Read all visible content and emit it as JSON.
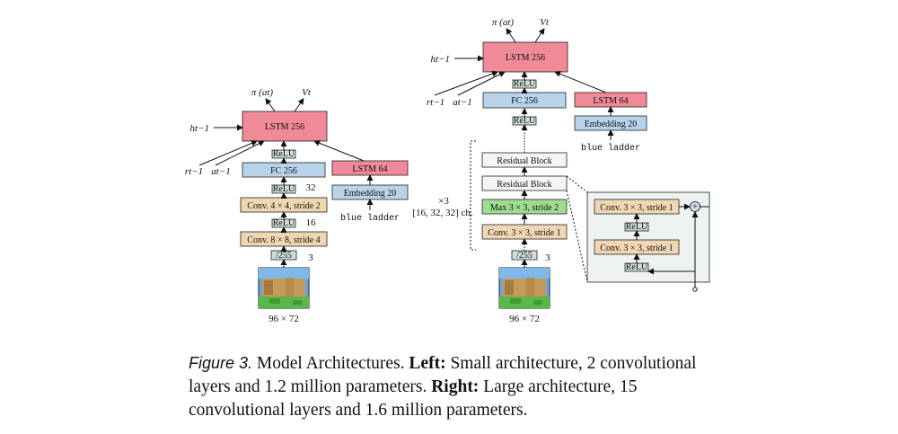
{
  "left": {
    "lstm_main": "LSTM 256",
    "lstm_side": "LSTM 64",
    "fc": "FC 256",
    "relu": "ReLU",
    "embedding": "Embedding 20",
    "instruction": "blue ladder",
    "conv2": "Conv. 4 × 4, stride 2",
    "conv1": "Conv. 8 × 8, stride 4",
    "scale": "/255",
    "ch_32": "32",
    "ch_16": "16",
    "ch_3": "3",
    "input_size": "96 × 72",
    "out_pi": "π (at)",
    "out_v": "Vt",
    "in_h": "ht−1",
    "in_r": "rt−1",
    "in_a": "at−1"
  },
  "right": {
    "lstm_main": "LSTM 256",
    "lstm_side": "LSTM 64",
    "fc": "FC 256",
    "relu": "ReLU",
    "embedding": "Embedding 20",
    "instruction": "blue ladder",
    "res_block": "Residual Block",
    "maxpool": "Max 3 × 3, stride 2",
    "conv": "Conv. 3 × 3, stride 1",
    "scale": "/255",
    "ch_3": "3",
    "input_size": "96 × 72",
    "repeat": "×3",
    "channels": "[16, 32, 32] ch.",
    "out_pi": "π (at)",
    "out_v": "Vt",
    "in_h": "ht−1",
    "in_r": "rt−1",
    "in_a": "at−1"
  },
  "residual_detail": {
    "conv_a": "Conv. 3 × 3, stride 1",
    "conv_b": "Conv. 3 × 3, stride 1",
    "relu": "ReLU",
    "sum": "+"
  },
  "caption": {
    "figure": "Figure 3.",
    "text1": " Model Architectures. ",
    "left_label": "Left:",
    "text2": " Small architecture, 2 convolutional layers and 1.2 million parameters. ",
    "right_label": "Right:",
    "text3": " Large architecture, 15 convolutional layers and 1.6 million parameters."
  },
  "colors": {
    "lstm": "#f08a98",
    "fc": "#b9d3ea",
    "relu": "#cde0d6",
    "conv": "#f0d7b3",
    "maxpool": "#9fdc92",
    "residual": "#f4f6f1",
    "detail_bg": "#eef3f2"
  }
}
